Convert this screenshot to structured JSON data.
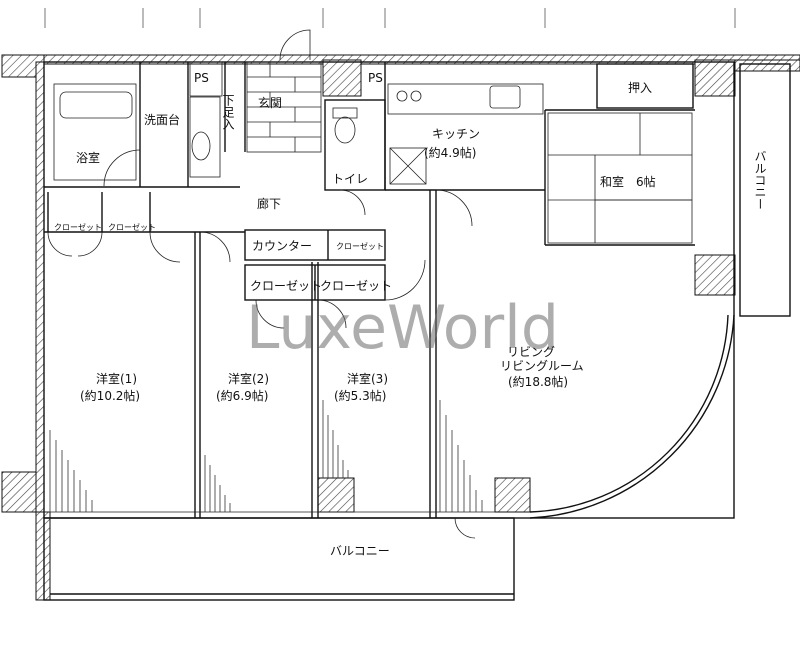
{
  "rooms": {
    "bath": "浴室",
    "washstand": "洗面台",
    "ps1": "PS",
    "ps2": "PS",
    "shoe_storage": "下足入",
    "entrance": "玄関",
    "toilet": "トイレ",
    "kitchen_name": "キッチン",
    "kitchen_size": "(約4.9帖)",
    "closet_push": "押入",
    "washitsu": "和室　6帖",
    "balcony_side": "バルコニー",
    "hallway": "廊下",
    "closet_a": "クローゼット",
    "closet_b": "クローゼット",
    "counter": "カウンター",
    "closet_c": "クローゼット",
    "closet_d": "クローゼット",
    "closet_e": "クローゼット",
    "living_name1": "リビング",
    "living_name2": "リビングルーム",
    "living_size": "(約18.8帖)",
    "room1_name": "洋室(1)",
    "room1_size": "(約10.2帖)",
    "room2_name": "洋室(2)",
    "room2_size": "(約6.9帖)",
    "room3_name": "洋室(3)",
    "room3_size": "(約5.3帖)",
    "balcony": "バルコニー"
  },
  "watermark": "LuxeWorld"
}
